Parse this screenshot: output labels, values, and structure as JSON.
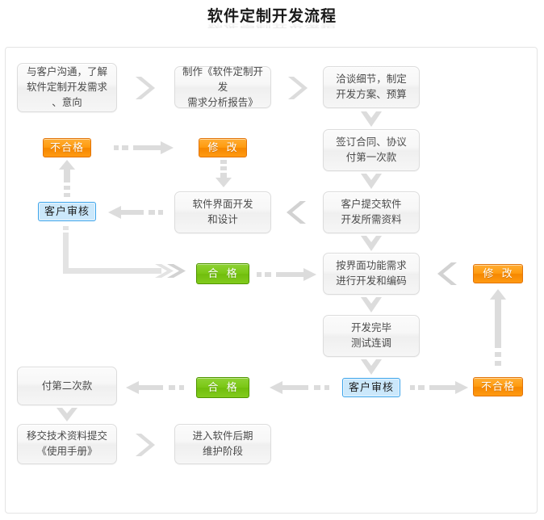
{
  "title": {
    "text": "软件定制开发流程"
  },
  "nodes": [
    {
      "id": "n1",
      "label": "与客户沟通，了解\n软件定制开发需求\n、意向"
    },
    {
      "id": "n2",
      "label": "制作《软件定制开发\n需求分析报告》"
    },
    {
      "id": "n3",
      "label": "洽谈细节，制定\n开发方案、预算"
    },
    {
      "id": "n4",
      "label": "签订合同、协议\n付第一次款"
    },
    {
      "id": "n5",
      "label": "客户提交软件\n开发所需资料"
    },
    {
      "id": "n6",
      "label": "软件界面开发\n和设计"
    },
    {
      "id": "n7",
      "label": "按界面功能需求\n进行开发和编码"
    },
    {
      "id": "n8",
      "label": "开发完毕\n测试连调"
    },
    {
      "id": "n9",
      "label": "付第二次款"
    },
    {
      "id": "n10",
      "label": "移交技术资料提交\n《使用手册》"
    },
    {
      "id": "n11",
      "label": "进入软件后期\n维护阶段"
    }
  ],
  "badges": [
    {
      "id": "b1",
      "label": "不合格",
      "color": "orange"
    },
    {
      "id": "b2",
      "label": "修  改",
      "color": "orange"
    },
    {
      "id": "b3",
      "label": "客户审核",
      "color": "blue"
    },
    {
      "id": "b4",
      "label": "合  格",
      "color": "green"
    },
    {
      "id": "b5",
      "label": "修  改",
      "color": "orange"
    },
    {
      "id": "b6",
      "label": "客户审核",
      "color": "blue"
    },
    {
      "id": "b7",
      "label": "不合格",
      "color": "orange"
    },
    {
      "id": "b8",
      "label": "合  格",
      "color": "green"
    }
  ],
  "colors": {
    "orange_fill": "#ff9b0f",
    "orange_border": "#e2740a",
    "green_fill": "#7ac714",
    "green_border": "#4f9500",
    "blue_fill": "#cbe8fb",
    "blue_border": "#3aa3ea",
    "box_border": "#dcdcdc",
    "arrow_gray": "#d8d8d8",
    "frame_border": "#e4e4e4",
    "title_color": "#1a1a1a"
  },
  "connectors": [
    {
      "id": "c1",
      "kind": "chevron-right",
      "from": "n1",
      "to": "n2"
    },
    {
      "id": "c2",
      "kind": "chevron-right",
      "from": "n2",
      "to": "n3"
    },
    {
      "id": "c3",
      "kind": "arrow-down",
      "from": "n3",
      "to": "n4"
    },
    {
      "id": "c4",
      "kind": "arrow-down",
      "from": "n4",
      "to": "n5"
    },
    {
      "id": "c5",
      "kind": "chevron-left",
      "from": "n5",
      "to": "n6"
    },
    {
      "id": "c6",
      "kind": "dashed-arrow-down",
      "from": "b2",
      "to": "n6"
    },
    {
      "id": "c7",
      "kind": "dashed-arrow-left",
      "from": "n6",
      "to": "b3"
    },
    {
      "id": "c8",
      "kind": "dashed-arrow-up",
      "from": "b3",
      "to": "b1"
    },
    {
      "id": "c9",
      "kind": "dashed-arrow-right",
      "from": "b1",
      "to": "b2"
    },
    {
      "id": "c10",
      "kind": "elbow-arrow-right",
      "from": "b3",
      "to": "b4"
    },
    {
      "id": "c11",
      "kind": "dashed-arrow-right",
      "from": "b4",
      "to": "n7"
    },
    {
      "id": "c12",
      "kind": "arrow-down",
      "from": "n5",
      "to": "n7"
    },
    {
      "id": "c13",
      "kind": "chevron-left",
      "from": "b5",
      "to": "n7"
    },
    {
      "id": "c14",
      "kind": "arrow-down",
      "from": "n7",
      "to": "n8"
    },
    {
      "id": "c15",
      "kind": "arrow-down",
      "from": "n8",
      "to": "b6"
    },
    {
      "id": "c16",
      "kind": "dashed-arrow-right",
      "from": "b6",
      "to": "b7"
    },
    {
      "id": "c17",
      "kind": "dashed-arrow-up",
      "from": "b7",
      "to": "b5"
    },
    {
      "id": "c18",
      "kind": "dashed-arrow-left",
      "from": "b6",
      "to": "b8"
    },
    {
      "id": "c19",
      "kind": "dashed-arrow-left",
      "from": "b8",
      "to": "n9"
    },
    {
      "id": "c20",
      "kind": "arrow-down",
      "from": "n9",
      "to": "n10"
    },
    {
      "id": "c21",
      "kind": "chevron-right",
      "from": "n10",
      "to": "n11"
    }
  ]
}
